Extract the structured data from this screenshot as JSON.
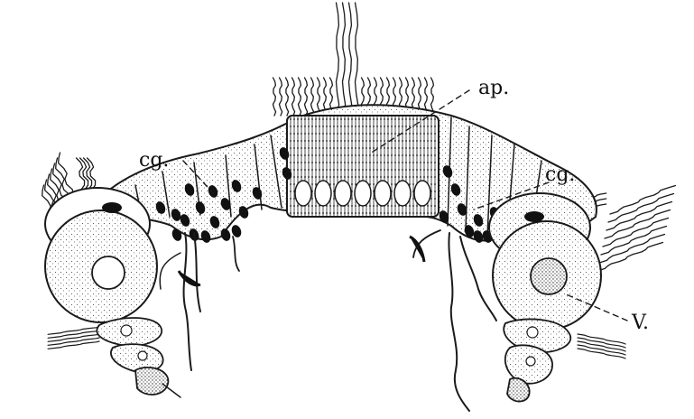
{
  "labels": {
    "ap": "ap.",
    "cg_left": "cg.",
    "cg_right": "cg.",
    "v": "V."
  },
  "colors": {
    "ink": "#1a1a1a",
    "background": "#ffffff"
  }
}
